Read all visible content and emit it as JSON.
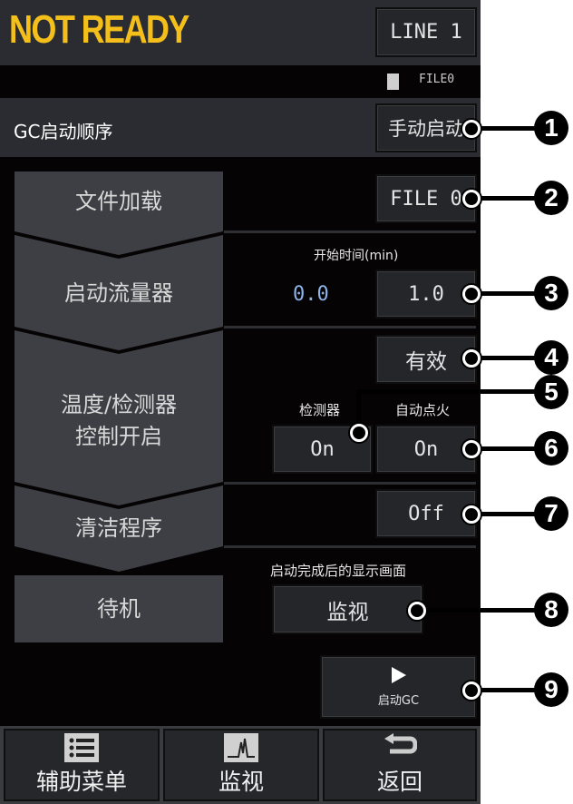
{
  "header": {
    "status": "NOT READY",
    "line_button": "LINE 1",
    "file_indicator": "FILE0",
    "colors": {
      "status": "#f5bf1b",
      "value_blue": "#8db3e8"
    }
  },
  "sequence": {
    "title": "GC启动顺序",
    "manual_start": "手动启动"
  },
  "steps": [
    {
      "label": "文件加载",
      "button": "FILE 0"
    },
    {
      "label": "启动流量器",
      "time_label": "开始时间(min)",
      "current_value": "0.0",
      "button": "1.0"
    },
    {
      "label_line1": "温度/检测器",
      "label_line2": "控制开启",
      "button": "有效",
      "detector_label": "检测器",
      "detector_button": "On",
      "ignition_label": "自动点火",
      "ignition_button": "On"
    },
    {
      "label": "清洁程序",
      "button": "Off"
    },
    {
      "label": "待机",
      "screen_label": "启动完成后的显示画面",
      "screen_button": "监视"
    }
  ],
  "start_gc": "启动GC",
  "bottom": [
    {
      "label": "辅助菜单",
      "icon": "list-icon"
    },
    {
      "label": "监视",
      "icon": "chromatogram-icon"
    },
    {
      "label": "返回",
      "icon": "return-icon"
    }
  ],
  "callouts": [
    "1",
    "2",
    "3",
    "4",
    "5",
    "6",
    "7",
    "8",
    "9"
  ]
}
